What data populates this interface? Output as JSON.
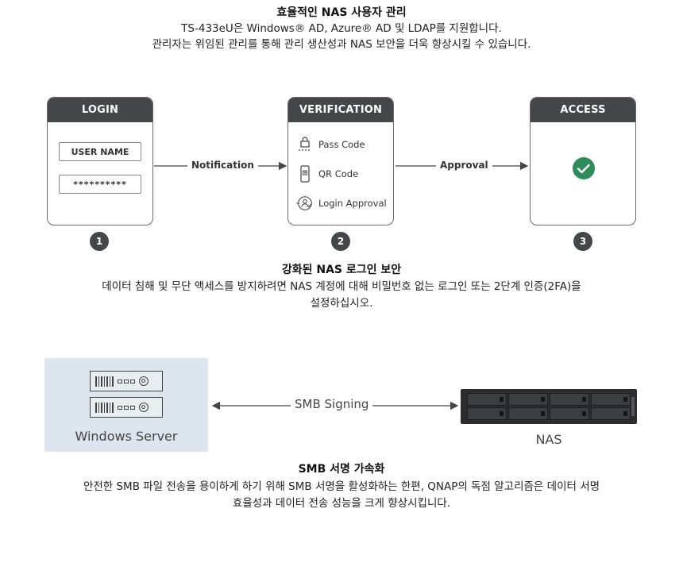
{
  "section1": {
    "title": "효율적인 NAS 사용자 관리",
    "line1": "TS-433eU은 Windows® AD, Azure® AD 및 LDAP를 지원합니다.",
    "line2": "관리자는 위임된 관리를 통해 관리 생산성과 NAS 보안을 더욱 향상시킬 수 있습니다."
  },
  "flow": {
    "login": {
      "header": "LOGIN",
      "username": "USER NAME",
      "password": "**********"
    },
    "verification": {
      "header": "VERIFICATION",
      "items": [
        {
          "label": "Pass Code",
          "icon": "lock-icon"
        },
        {
          "label": "QR Code",
          "icon": "qr-phone-icon"
        },
        {
          "label": "Login Approval",
          "icon": "user-approval-icon"
        }
      ]
    },
    "access": {
      "header": "ACCESS",
      "icon": "check-circle-icon",
      "accent": "#2e8b5a"
    },
    "arrow1_label": "Notification",
    "arrow2_label": "Approval",
    "steps": [
      "1",
      "2",
      "3"
    ]
  },
  "section2": {
    "title": "강화된 NAS 로그인 보안",
    "line1": "데이터 침해 및 무단 액세스를 방지하려면 NAS 계정에 대해 비밀번호 없는 로그인 또는 2단계 인증(2FA)을",
    "line2": "설정하십시오."
  },
  "smb": {
    "windows_label": "Windows Server",
    "arrow_label": "SMB Signing",
    "nas_label": "NAS"
  },
  "section3": {
    "title": "SMB 서명 가속화",
    "line1": "안전한 SMB 파일 전송을 용이하게 하기 위해 SMB 서명을 활성화하는 한편, QNAP의 독점 알고리즘은 데이터 서명",
    "line2": "효율성과 데이터 전송 성능을 크게 향상시킵니다."
  },
  "colors": {
    "header_bg": "#444649",
    "panel_bg": "#dde5ee",
    "text": "#222222"
  }
}
